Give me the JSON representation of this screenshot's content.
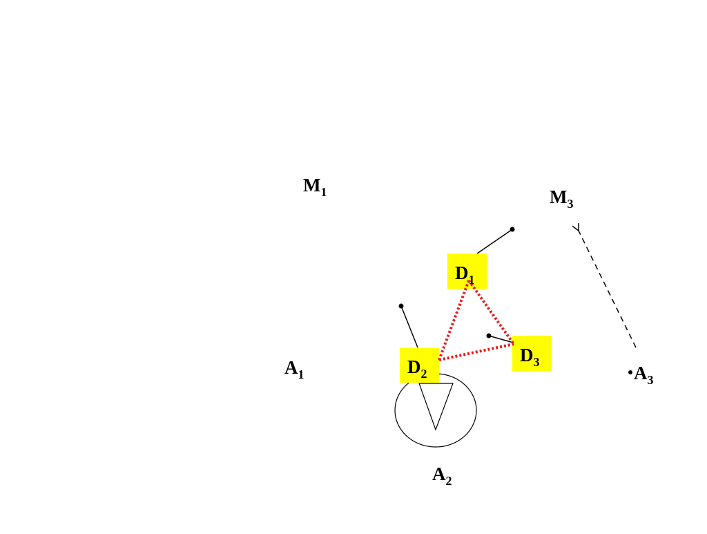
{
  "diagram": {
    "labels": {
      "m1": {
        "base": "M",
        "sub": "1"
      },
      "m3": {
        "base": "M",
        "sub": "3"
      },
      "a1": {
        "base": "A",
        "sub": "1"
      },
      "a2": {
        "base": "A",
        "sub": "2"
      },
      "a3": {
        "base": "A",
        "sub": "3"
      },
      "d1": {
        "base": "D",
        "sub": "1"
      },
      "d2": {
        "base": "D",
        "sub": "2"
      },
      "d3": {
        "base": "D",
        "sub": "3"
      }
    },
    "colors": {
      "d_box_fill": "#ffff00",
      "link_dotted": "#e8191d",
      "line": "#000000",
      "arrow_dashed": "#000000"
    },
    "links": [
      {
        "from": "D1",
        "to": "D2",
        "style": "dotted",
        "color": "red"
      },
      {
        "from": "D1",
        "to": "D3",
        "style": "dotted",
        "color": "red"
      },
      {
        "from": "D2",
        "to": "D3",
        "style": "dotted",
        "color": "red"
      }
    ],
    "arrow": {
      "from": "A3",
      "to": "M3",
      "style": "dashed"
    },
    "a2_symbol": "circle-with-down-triangle"
  }
}
